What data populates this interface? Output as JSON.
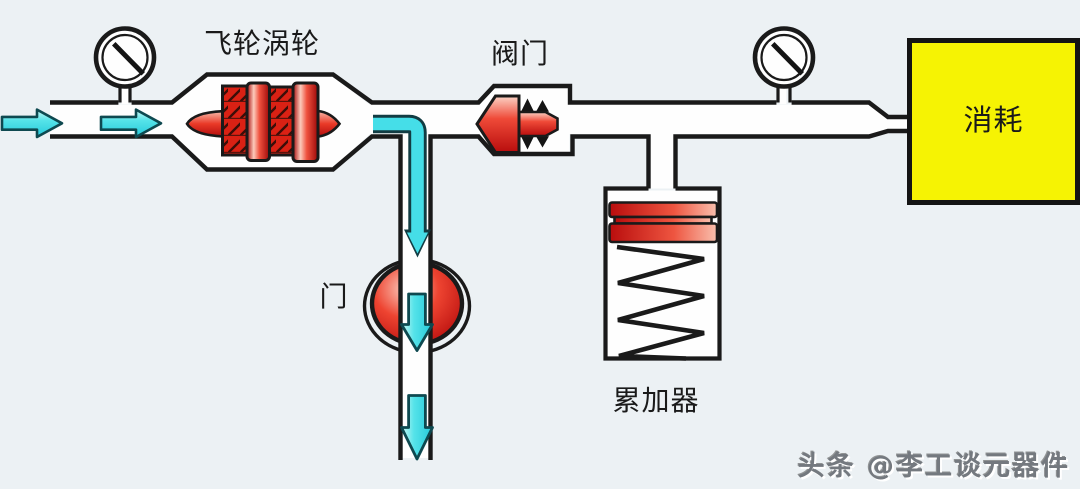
{
  "diagram": {
    "labels": {
      "turbine": "飞轮涡轮",
      "valve": "阀门",
      "gate": "门",
      "accumulator": "累加器",
      "consumer": "消耗"
    },
    "watermark": "头条 @李工谈元器件",
    "colors": {
      "background": "#ecf1f4",
      "line": "#1a1a1a",
      "pipe_fill": "#fefefe",
      "flow_arrow_cyan": "#45dee8",
      "component_red": "#e01212",
      "consumer_yellow": "#f6f303"
    }
  }
}
